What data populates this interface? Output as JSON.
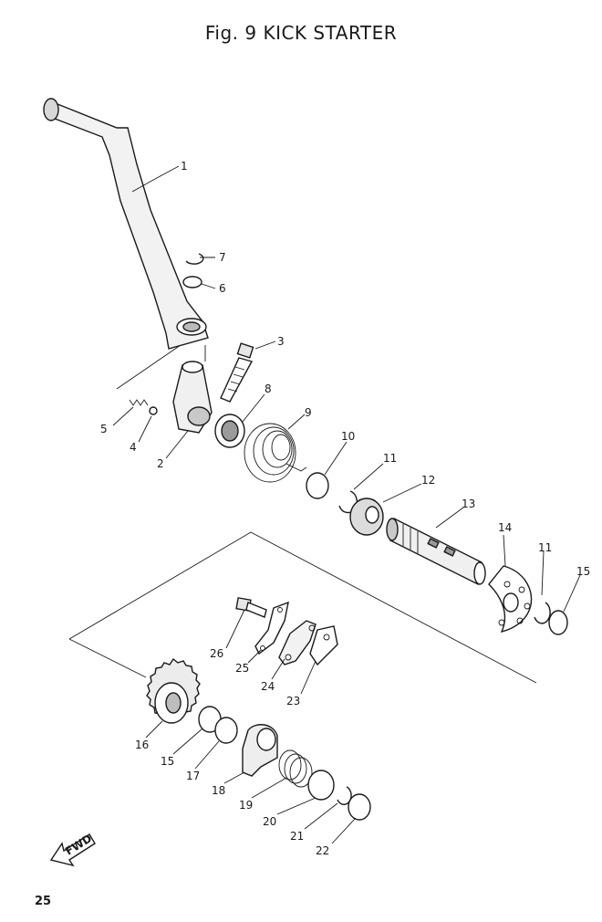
{
  "title": "Fig. 9  KICK STARTER",
  "page_number": "25",
  "fwd_label": "FWD",
  "callouts": [
    {
      "id": "c1",
      "text": "1"
    },
    {
      "id": "c7",
      "text": "7"
    },
    {
      "id": "c6",
      "text": "6"
    },
    {
      "id": "c3",
      "text": "3"
    },
    {
      "id": "c8",
      "text": "8"
    },
    {
      "id": "c9",
      "text": "9"
    },
    {
      "id": "c5",
      "text": "5"
    },
    {
      "id": "c4",
      "text": "4"
    },
    {
      "id": "c2",
      "text": "2"
    },
    {
      "id": "c10",
      "text": "10"
    },
    {
      "id": "c11a",
      "text": "11"
    },
    {
      "id": "c12",
      "text": "12"
    },
    {
      "id": "c13",
      "text": "13"
    },
    {
      "id": "c14",
      "text": "14"
    },
    {
      "id": "c11b",
      "text": "11"
    },
    {
      "id": "c15a",
      "text": "15"
    },
    {
      "id": "c26",
      "text": "26"
    },
    {
      "id": "c25",
      "text": "25"
    },
    {
      "id": "c24",
      "text": "24"
    },
    {
      "id": "c23",
      "text": "23"
    },
    {
      "id": "c16",
      "text": "16"
    },
    {
      "id": "c15b",
      "text": "15"
    },
    {
      "id": "c17",
      "text": "17"
    },
    {
      "id": "c18",
      "text": "18"
    },
    {
      "id": "c19",
      "text": "19"
    },
    {
      "id": "c20",
      "text": "20"
    },
    {
      "id": "c21",
      "text": "21"
    },
    {
      "id": "c22",
      "text": "22"
    }
  ]
}
